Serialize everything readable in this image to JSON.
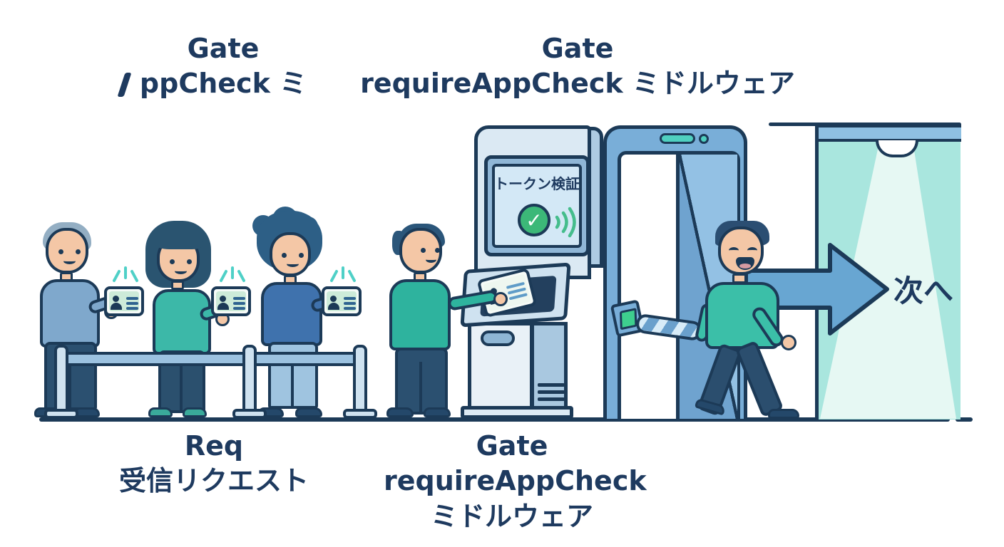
{
  "labels": {
    "top_left": {
      "line1": "Gate",
      "line2": "ppCheck ミ"
    },
    "top_center": {
      "line1": "Gate",
      "line2": "requireAppCheck ミドルウェア"
    },
    "bottom_left": {
      "line1": "Req",
      "line2": "受信リクエスト"
    },
    "bottom_center": {
      "line1": "Gate",
      "line2": "requireAppCheck",
      "line3": "ミドルウェア"
    },
    "exit": {
      "label": "次へ"
    }
  },
  "kiosk": {
    "screen": {
      "title": "トークン検証",
      "check_glyph": "✓"
    }
  },
  "icons": {
    "verified": "check-circle-icon",
    "signal": "nfc-waves-icon",
    "id_card": "id-card-icon",
    "sparkle": "sparkle-icon",
    "ceiling_light": "ceiling-light-icon",
    "gate_status_light": "status-light-icon",
    "next_arrow": "next-arrow-icon"
  },
  "colors": {
    "outline_navy": "#1c3a57",
    "heading_text": "#1e3a5f",
    "success_green": "#3cb878",
    "signal_green": "#45bd8c",
    "arrow_blue": "#68a6d2",
    "room_teal": "#a9e6de",
    "light_beam": "#e6f8f3",
    "gate_blue": "#79aed8",
    "screen_blue": "#d3e8f6",
    "rope_band_blue": "#9cc2e0",
    "card_mint": "#cdebd9",
    "indicator_teal": "#4fd0c0"
  },
  "scene": {
    "people_in_queue": 3,
    "person_at_kiosk": 1,
    "person_passed": 1,
    "id_cards_visible": 4
  }
}
